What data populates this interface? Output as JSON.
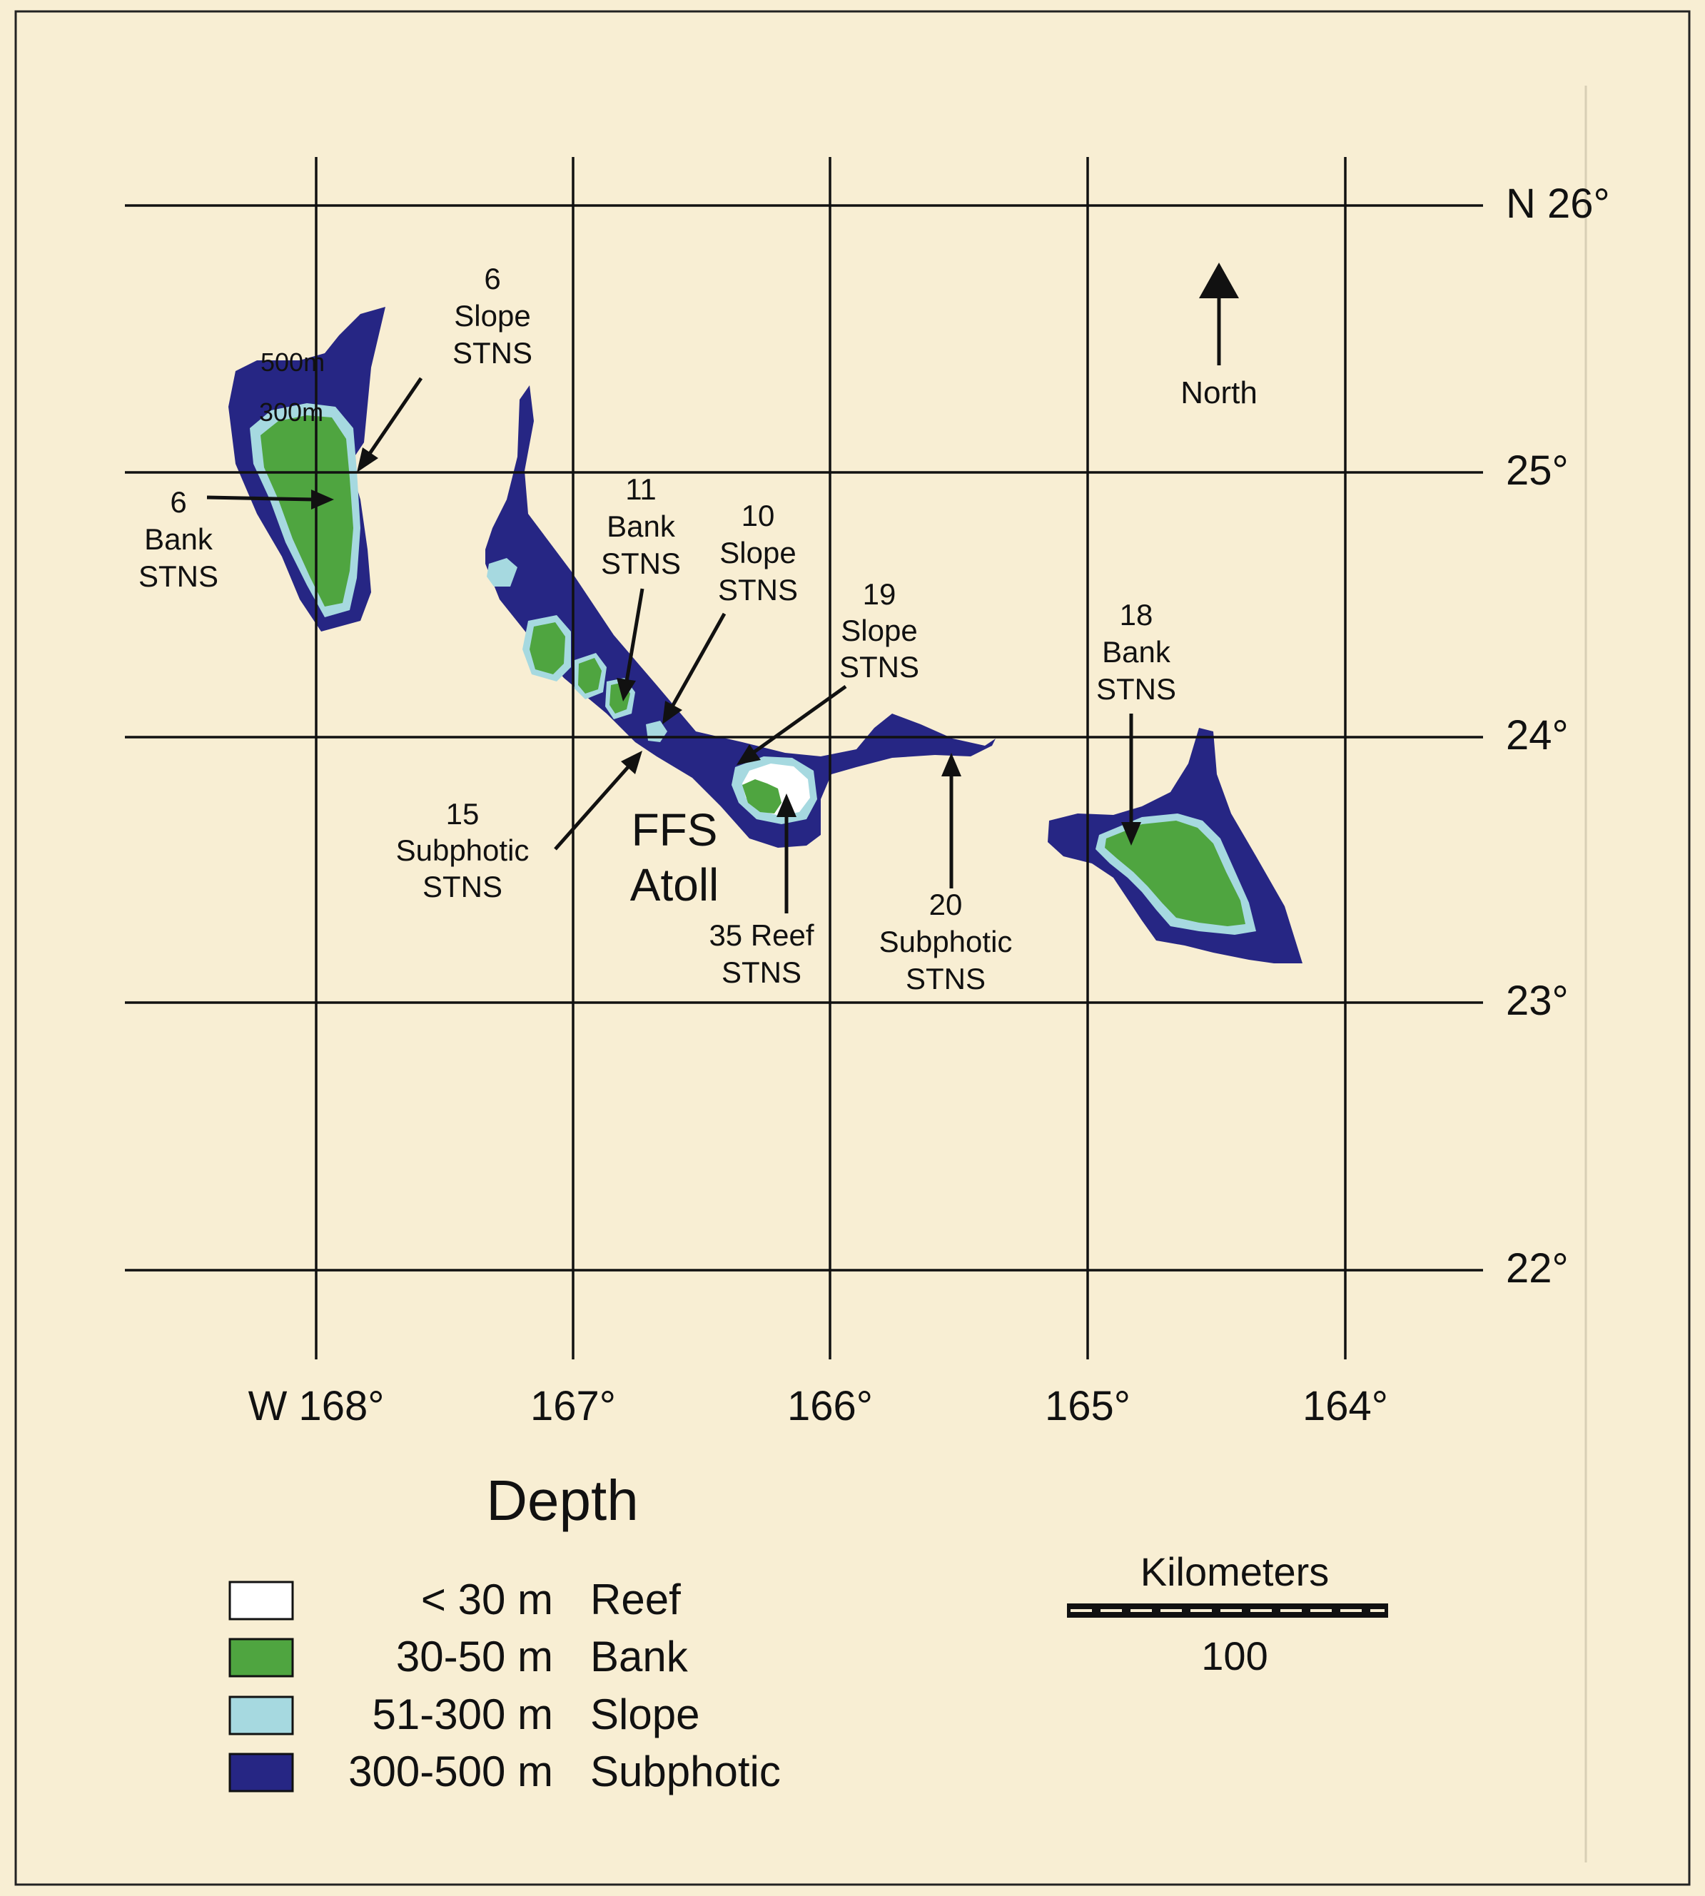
{
  "map": {
    "latitude_labels": [
      "N 26°",
      "25°",
      "24°",
      "23°",
      "22°"
    ],
    "longitude_labels": [
      "W 168°",
      "167°",
      "166°",
      "165°",
      "164°"
    ],
    "north_label": "North",
    "depth_contour_labels": [
      "500m",
      "300m"
    ],
    "atoll_name": [
      "FFS",
      "Atoll"
    ],
    "station_labels": [
      {
        "id": "slope-6",
        "lines": [
          "6",
          "Slope",
          "STNS"
        ]
      },
      {
        "id": "bank-6",
        "lines": [
          "6",
          "Bank",
          "STNS"
        ]
      },
      {
        "id": "bank-11",
        "lines": [
          "11",
          "Bank",
          "STNS"
        ]
      },
      {
        "id": "slope-10",
        "lines": [
          "10",
          "Slope",
          "STNS"
        ]
      },
      {
        "id": "slope-19",
        "lines": [
          "19",
          "Slope",
          "STNS"
        ]
      },
      {
        "id": "bank-18",
        "lines": [
          "18",
          "Bank",
          "STNS"
        ]
      },
      {
        "id": "subphotic-15",
        "lines": [
          "15",
          "Subphotic",
          "STNS"
        ]
      },
      {
        "id": "reef-35",
        "lines": [
          "35 Reef",
          "STNS"
        ]
      },
      {
        "id": "subphotic-20",
        "lines": [
          "20",
          "Subphotic",
          "STNS"
        ]
      }
    ]
  },
  "legend": {
    "title": "Depth",
    "items": [
      {
        "range": "< 30 m",
        "zone": "Reef",
        "color": "#ffffff"
      },
      {
        "range": "30-50 m",
        "zone": "Bank",
        "color": "#4fa540"
      },
      {
        "range": "51-300 m",
        "zone": "Slope",
        "color": "#a6d9e0"
      },
      {
        "range": "300-500 m",
        "zone": "Subphotic",
        "color": "#262684"
      }
    ]
  },
  "scale_bar": {
    "title": "Kilometers",
    "value": "100"
  },
  "colors": {
    "background": "#f8eed3",
    "subphotic": "#262684",
    "slope": "#a6d9e0",
    "bank": "#4fa540",
    "reef": "#ffffff"
  }
}
